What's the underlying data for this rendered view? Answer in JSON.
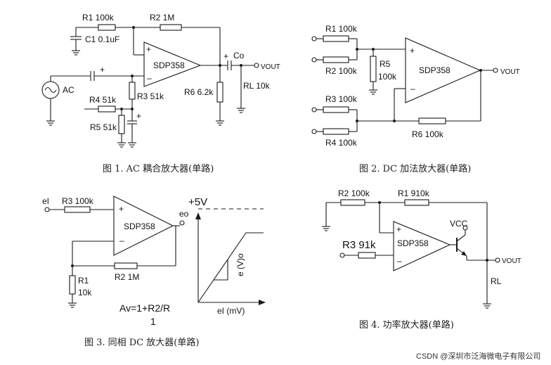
{
  "fig1": {
    "caption": "图 1. AC 耦合放大器(单路)",
    "opamp": "SDP358",
    "r1": "R1 100k",
    "r2": "R2 1M",
    "c1": "C1 0.1uF",
    "r3": "R3 51k",
    "r4": "R4 51k",
    "r5": "R5 51k",
    "r6": "R6 6.2k",
    "co": "Co",
    "vout": "VOUT",
    "rl": "RL 10k",
    "ac": "AC"
  },
  "fig2": {
    "caption": "图 2. DC 加法放大器(单路)",
    "opamp": "SDP358",
    "r1": "R1 100k",
    "r2": "R2 100k",
    "r3": "R3 100k",
    "r4": "R4 100k",
    "r5": "R5",
    "r5v": "100k",
    "r6": "R6 100k",
    "vout": "VOUT"
  },
  "fig3": {
    "caption": "图 3. 同相 DC 放大器(单路)",
    "opamp": "SDP358",
    "ei": "eI",
    "eo": "eo",
    "r3": "R3 100k",
    "r1": "R1",
    "r1v": "10k",
    "r2": "R2 1M",
    "formula": "Av=1+R2/R",
    "formula2": "1",
    "v5": "+5V",
    "yaxis": "e (V)o",
    "xaxis": "eI (mV)"
  },
  "fig4": {
    "caption": "图 4. 功率放大器(单路)",
    "opamp": "SDP358",
    "r2": "R2 100k",
    "r1": "R1 910k",
    "r3": "R3 91k",
    "vcc": "VCC",
    "vout": "VOUT",
    "rl": "RL"
  },
  "watermark": "CSDN @深圳市泛海微电子有限公司"
}
